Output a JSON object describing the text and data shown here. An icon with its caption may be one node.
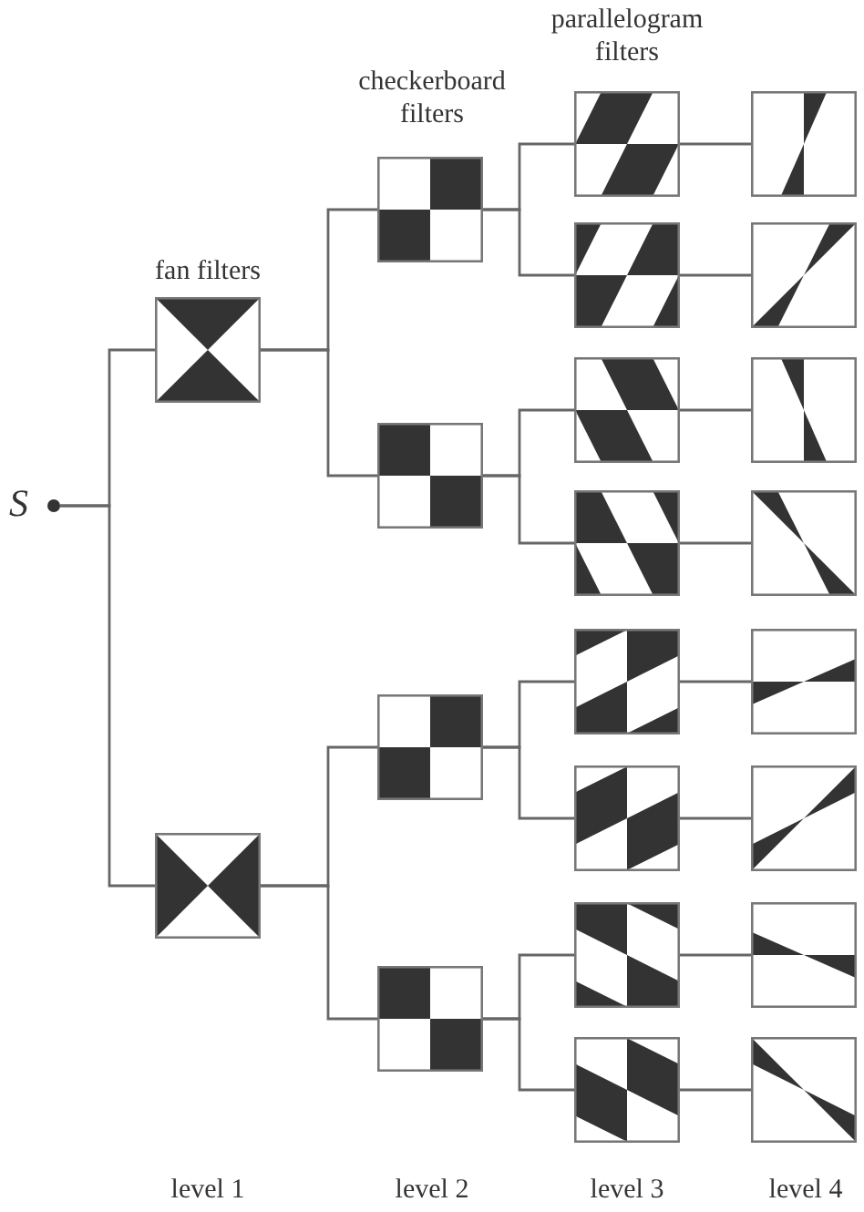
{
  "diagram": {
    "nodes": [
      {
        "text": [],
        "shape": "circle",
        "beside": [
          "S"
        ]
      },
      {
        "text": [],
        "shape": "picture"
      },
      {
        "text": [],
        "shape": "picture"
      },
      {
        "text": [],
        "shape": "picture"
      },
      {
        "text": [],
        "shape": "picture"
      },
      {
        "text": [],
        "shape": "picture"
      },
      {
        "text": [],
        "shape": "picture"
      },
      {
        "text": [],
        "shape": "picture"
      },
      {
        "text": [],
        "shape": "picture"
      },
      {
        "text": [],
        "shape": "picture"
      },
      {
        "text": [],
        "shape": "picture"
      },
      {
        "text": [],
        "shape": "picture"
      },
      {
        "text": [],
        "shape": "picture"
      },
      {
        "text": [],
        "shape": "picture"
      },
      {
        "text": [],
        "shape": "picture"
      },
      {
        "text": [],
        "shape": "picture"
      },
      {
        "text": [],
        "shape": "picture"
      },
      {
        "text": [],
        "shape": "picture"
      },
      {
        "text": [],
        "shape": "picture"
      },
      {
        "text": [],
        "shape": "picture"
      },
      {
        "text": [],
        "shape": "picture"
      },
      {
        "text": [],
        "shape": "picture"
      },
      {
        "text": [],
        "shape": "picture"
      }
    ],
    "edges": [
      {
        "from": 0,
        "to": 1,
        "arrow": "none"
      },
      {
        "from": 0,
        "to": 2,
        "arrow": "none"
      },
      {
        "from": 1,
        "to": 3,
        "arrow": "none"
      },
      {
        "from": 1,
        "to": 4,
        "arrow": "none"
      },
      {
        "from": 2,
        "to": 5,
        "arrow": "none"
      },
      {
        "from": 2,
        "to": 6,
        "arrow": "none"
      },
      {
        "from": 3,
        "to": 7,
        "arrow": "none"
      },
      {
        "from": 3,
        "to": 8,
        "arrow": "none"
      },
      {
        "from": 4,
        "to": 9,
        "arrow": "none"
      },
      {
        "from": 4,
        "to": 10,
        "arrow": "none"
      },
      {
        "from": 5,
        "to": 11,
        "arrow": "none"
      },
      {
        "from": 5,
        "to": 12,
        "arrow": "none"
      },
      {
        "from": 6,
        "to": 13,
        "arrow": "none"
      },
      {
        "from": 6,
        "to": 14,
        "arrow": "none"
      },
      {
        "from": 7,
        "to": 15,
        "arrow": "none"
      },
      {
        "from": 8,
        "to": 16,
        "arrow": "none"
      },
      {
        "from": 9,
        "to": 17,
        "arrow": "none"
      },
      {
        "from": 10,
        "to": 18,
        "arrow": "none"
      },
      {
        "from": 11,
        "to": 19,
        "arrow": "none"
      },
      {
        "from": 12,
        "to": 20,
        "arrow": "none"
      },
      {
        "from": 13,
        "to": 21,
        "arrow": "none"
      },
      {
        "from": 14,
        "to": 22,
        "arrow": "none"
      }
    ],
    "labels": [
      "parallelogram filters",
      "checkerboard filters",
      "fan filters",
      "level 1",
      "level 2",
      "level 3",
      "level 4"
    ]
  }
}
